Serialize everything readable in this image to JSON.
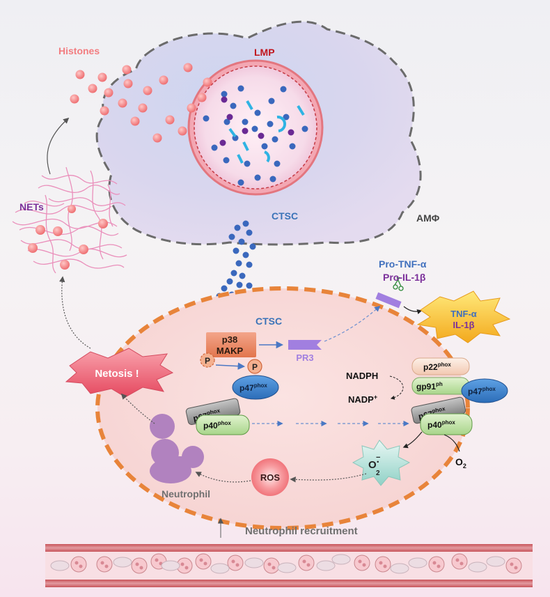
{
  "labels": {
    "histones": "Histones",
    "lmp": "LMP",
    "nets": "NETs",
    "ctsc_macrophage": "CTSC",
    "amphi": "AMΦ",
    "pro_tnf": "Pro-TNF-α",
    "pro_il1b": "Pro-IL-1β",
    "tnf": "TNF-α",
    "il1b": "IL-1β",
    "ctsc_neutrophil": "CTSC",
    "p38": "p38",
    "makp": "MAKP",
    "p_left": "P",
    "p_right": "P",
    "pr3": "PR3",
    "netosis": "Netosis !",
    "p47_left_main": "p47",
    "p47_left_sup": "phox",
    "p67_left_main": "p67",
    "p67_left_sup": "phox",
    "p40_left_main": "p40",
    "p40_left_sup": "phox",
    "p22_main": "p22",
    "p22_sup": "phox",
    "gp91_main": "gp91",
    "gp91_sup": "ph",
    "p47_right_main": "p47",
    "p47_right_sup": "phox",
    "p67_right_main": "p67",
    "p67_right_sup": "phox",
    "p40_right_main": "p40",
    "p40_right_sup": "phox",
    "nadph": "NADPH",
    "nadp_main": "NADP",
    "nadp_sup": "+",
    "superoxide_main": "O",
    "superoxide_dot": "·",
    "superoxide_sup": "−",
    "superoxide_sub": "2",
    "o2_main": "O",
    "o2_sub": "2",
    "ros": "ROS",
    "neutrophil": "Neutrophil",
    "recruitment": "Neutrophil recruitment"
  },
  "colors": {
    "histone": "#f27d80",
    "lmp_text": "#c0151d",
    "nets_text": "#7b2f9a",
    "ctsc_text": "#3a73b8",
    "ctsc_dot": "#3a68bd",
    "macrophage_text": "#444444",
    "membrane": "#e8843a",
    "pr3": "#a17fe0",
    "tnf_text": "#3f6fbd",
    "il1b_text": "#7b2f9a",
    "neutrophil_text": "#707070"
  }
}
